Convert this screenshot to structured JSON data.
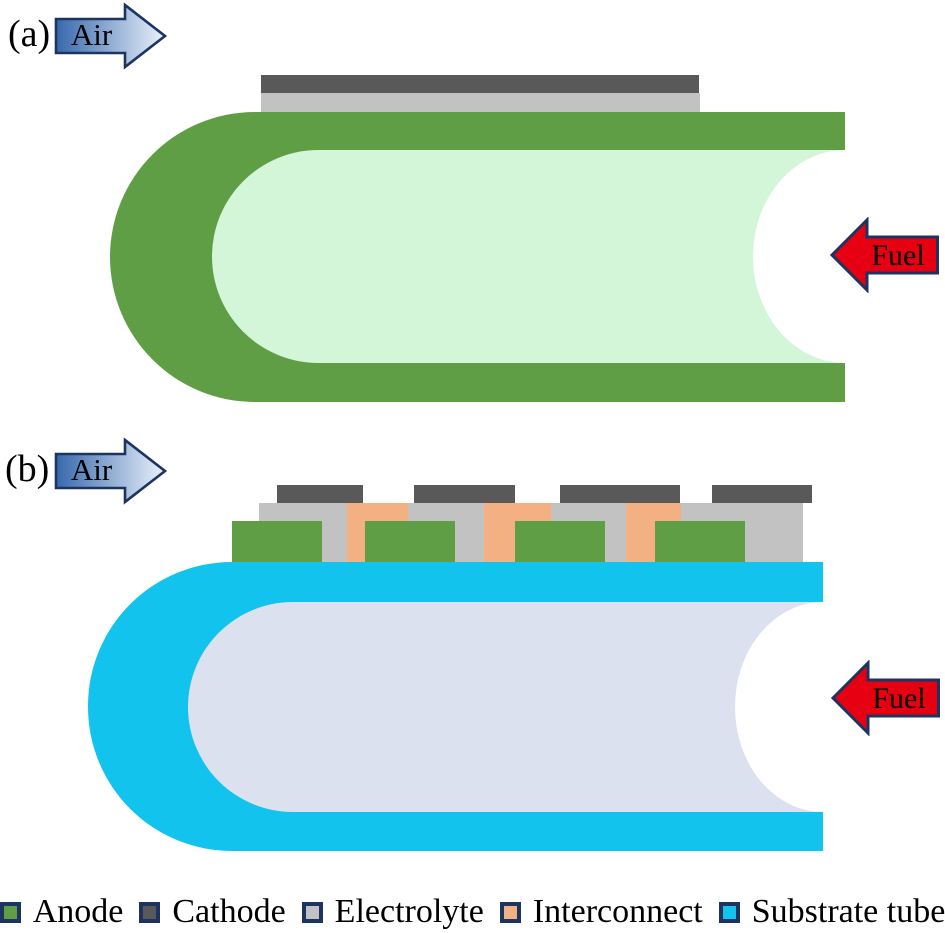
{
  "panels": {
    "a": {
      "label": "(a)",
      "air_label": "Air",
      "fuel_label": "Fuel"
    },
    "b": {
      "label": "(b)",
      "air_label": "Air",
      "fuel_label": "Fuel"
    }
  },
  "legend": {
    "items": [
      {
        "label": "Anode",
        "color": "#5f9e45"
      },
      {
        "label": "Cathode",
        "color": "#595959"
      },
      {
        "label": "Electrolyte",
        "color": "#c2c2c2"
      },
      {
        "label": "Interconnect",
        "color": "#f3b183"
      },
      {
        "label": "Substrate tube",
        "color": "#12c3ee"
      }
    ]
  },
  "palette": {
    "anode_green": "#5f9e45",
    "anode_tube_inner_green": "#d3f5d8",
    "cathode_dark_gray": "#595959",
    "electrolyte_light_gray": "#c2c2c2",
    "interconnect_orange": "#f3b183",
    "substrate_tube_cyan": "#12c3ee",
    "substrate_inner_lavender": "#dce1ef",
    "fuel_arrow_red": "#e70012",
    "outline_navy": "#1d3461",
    "air_arrow_gradient_start": "#3768ac",
    "air_arrow_gradient_end": "#ebf2fb"
  }
}
